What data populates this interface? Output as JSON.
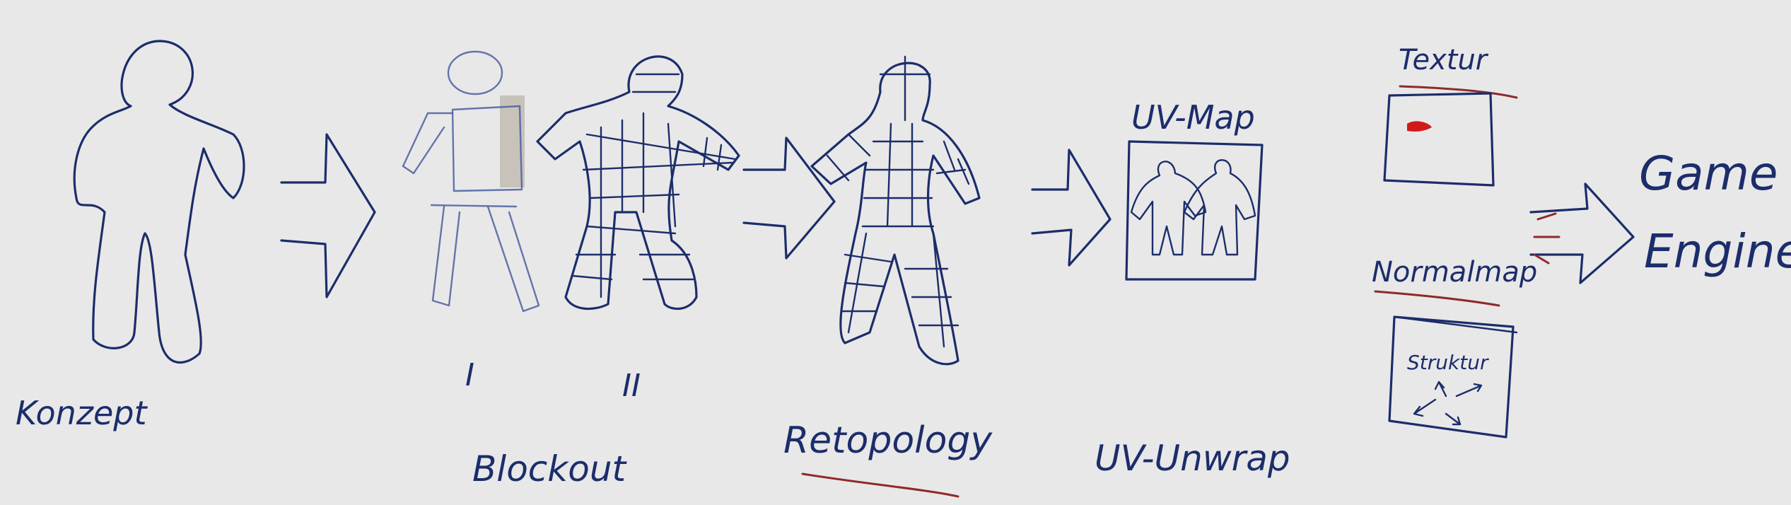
{
  "labels": {
    "konzept": "Konzept",
    "blockout": "Blockout",
    "blockout_i": "I",
    "blockout_ii": "II",
    "retopology": "Retopology",
    "uv_unwrap": "UV-Unwrap",
    "uv_map": "UV-Map",
    "textur": "Textur",
    "normal_map": "Normalmap",
    "struktur": "Struktur",
    "game": "Game",
    "engine": "Engine"
  },
  "colors": {
    "board": "#e8e8e8",
    "ink_blue": "#1c2d6b",
    "marker_red": "#8e2a2a",
    "texture_red": "#d01a1a"
  },
  "icons": [
    "arrow-right-icon",
    "human-figure-icon",
    "mesh-figure-icon"
  ]
}
